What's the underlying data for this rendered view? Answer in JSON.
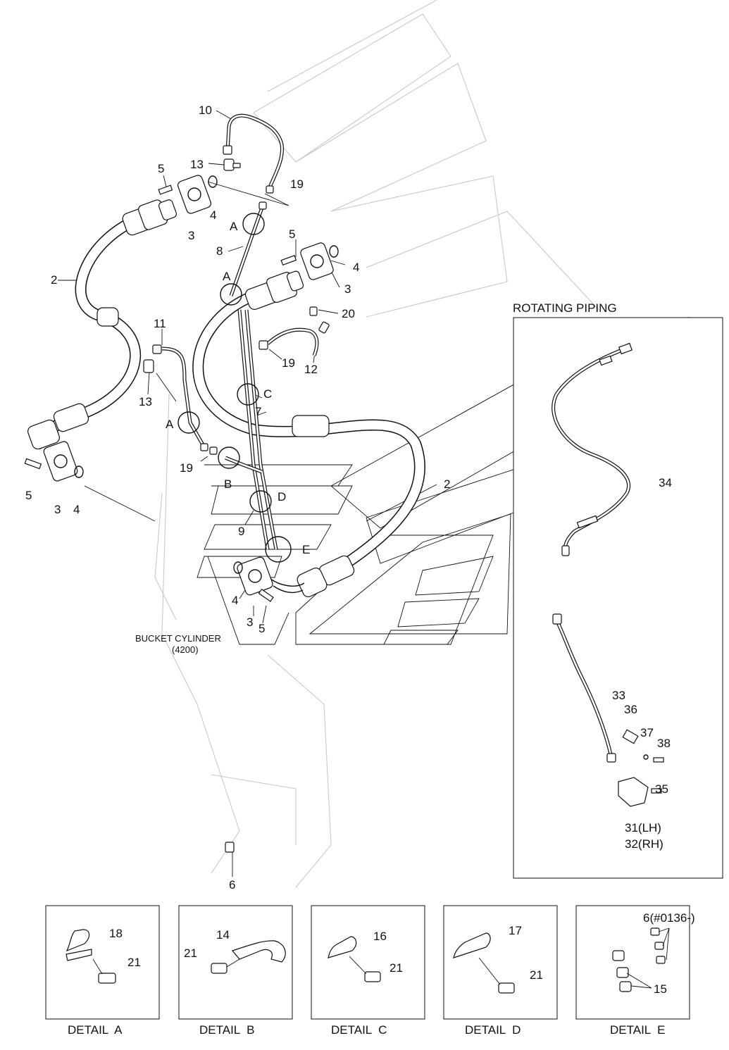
{
  "diagram": {
    "section_title": "ROTATING PIPING",
    "cylinder_label": "BUCKET CYLINDER",
    "cylinder_code": "(4200)"
  },
  "callouts": {
    "c1": "10",
    "c2": "13",
    "c3": "5",
    "c4": "19",
    "c5": "A",
    "c6": "4",
    "c7": "3",
    "c8": "8",
    "c9": "2",
    "c10": "5",
    "c11": "4",
    "c12": "3",
    "c13": "A",
    "c14": "20",
    "c15": "11",
    "c16": "19",
    "c17": "12",
    "c18": "13",
    "c19": "C",
    "c20": "7",
    "c21": "A",
    "c22": "19",
    "c23": "B",
    "c24": "D",
    "c25": "2",
    "c26": "9",
    "c27": "E",
    "c28": "5",
    "c29": "3",
    "c30": "4",
    "c31": "4",
    "c32": "3",
    "c33": "5",
    "c34": "6",
    "c35": "34",
    "c36": "33",
    "c37": "36",
    "c38": "37",
    "c39": "38",
    "c40": "35",
    "c41": "31(LH)",
    "c42": "32(RH)"
  },
  "details": [
    {
      "caption": "DETAIL  A",
      "labels": [
        "18",
        "21"
      ]
    },
    {
      "caption": "DETAIL  B",
      "labels": [
        "14",
        "21"
      ]
    },
    {
      "caption": "DETAIL  C",
      "labels": [
        "16",
        "21"
      ]
    },
    {
      "caption": "DETAIL  D",
      "labels": [
        "17",
        "21"
      ]
    },
    {
      "caption": "DETAIL  E",
      "labels": [
        "6(#0136-)",
        "15"
      ]
    }
  ]
}
